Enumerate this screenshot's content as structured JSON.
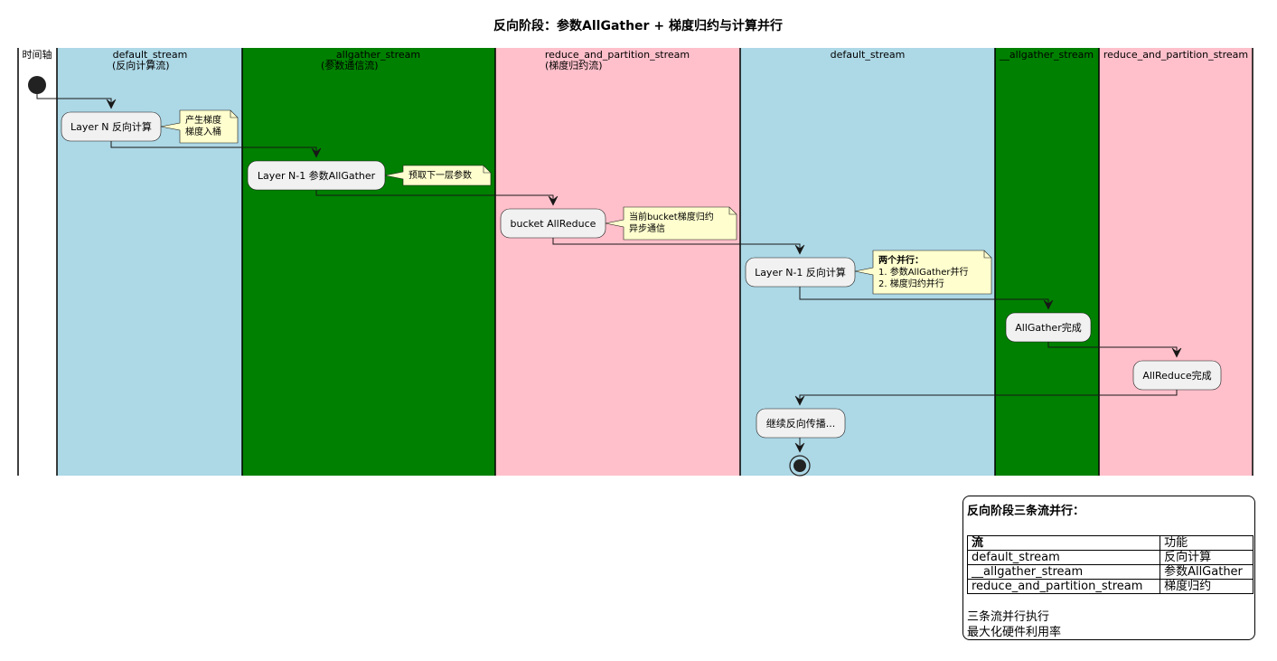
{
  "title": "反向阶段：参数AllGather + 梯度归约与计算并行",
  "lanes": [
    {
      "line1": "时间轴",
      "line2": "",
      "color": "#ffffff"
    },
    {
      "line1": "default_stream",
      "line2": "(反向计算流)",
      "color": "#add8e6"
    },
    {
      "line1": "__allgather_stream",
      "line2": "(参数通信流)",
      "color": "#008000"
    },
    {
      "line1": "reduce_and_partition_stream",
      "line2": "(梯度归约流)",
      "color": "#ffc0cb"
    },
    {
      "line1": "default_stream",
      "line2": "",
      "color": "#add8e6"
    },
    {
      "line1": "__allgather_stream",
      "line2": "",
      "color": "#008000"
    },
    {
      "line1": "reduce_and_partition_stream",
      "line2": "",
      "color": "#ffc0cb"
    }
  ],
  "activities": [
    {
      "label": "Layer N 反向计算"
    },
    {
      "label": "Layer N-1 参数AllGather"
    },
    {
      "label": "bucket AllReduce"
    },
    {
      "label": "Layer N-1 反向计算"
    },
    {
      "label": "AllGather完成"
    },
    {
      "label": "AllReduce完成"
    },
    {
      "label": "继续反向传播..."
    }
  ],
  "notes": [
    {
      "title": "",
      "lines": [
        "产生梯度",
        "梯度入桶"
      ]
    },
    {
      "title": "",
      "lines": [
        "预取下一层参数"
      ]
    },
    {
      "title": "",
      "lines": [
        "当前bucket梯度归约",
        "异步通信"
      ]
    },
    {
      "title": "两个并行：",
      "lines": [
        "1. 参数AllGather并行",
        "2. 梯度归约并行"
      ]
    }
  ],
  "legend": {
    "title": "反向阶段三条流并行：",
    "headers": [
      "流",
      "功能"
    ],
    "rows": [
      [
        "default_stream",
        "反向计算"
      ],
      [
        "__allgather_stream",
        "参数AllGather"
      ],
      [
        "reduce_and_partition_stream",
        "梯度归约"
      ]
    ],
    "footer": [
      "三条流并行执行",
      "最大化硬件利用率"
    ]
  },
  "colors": {
    "activity_fill": "#f1f1f1",
    "note_fill": "#fefece",
    "line": "#181818"
  }
}
